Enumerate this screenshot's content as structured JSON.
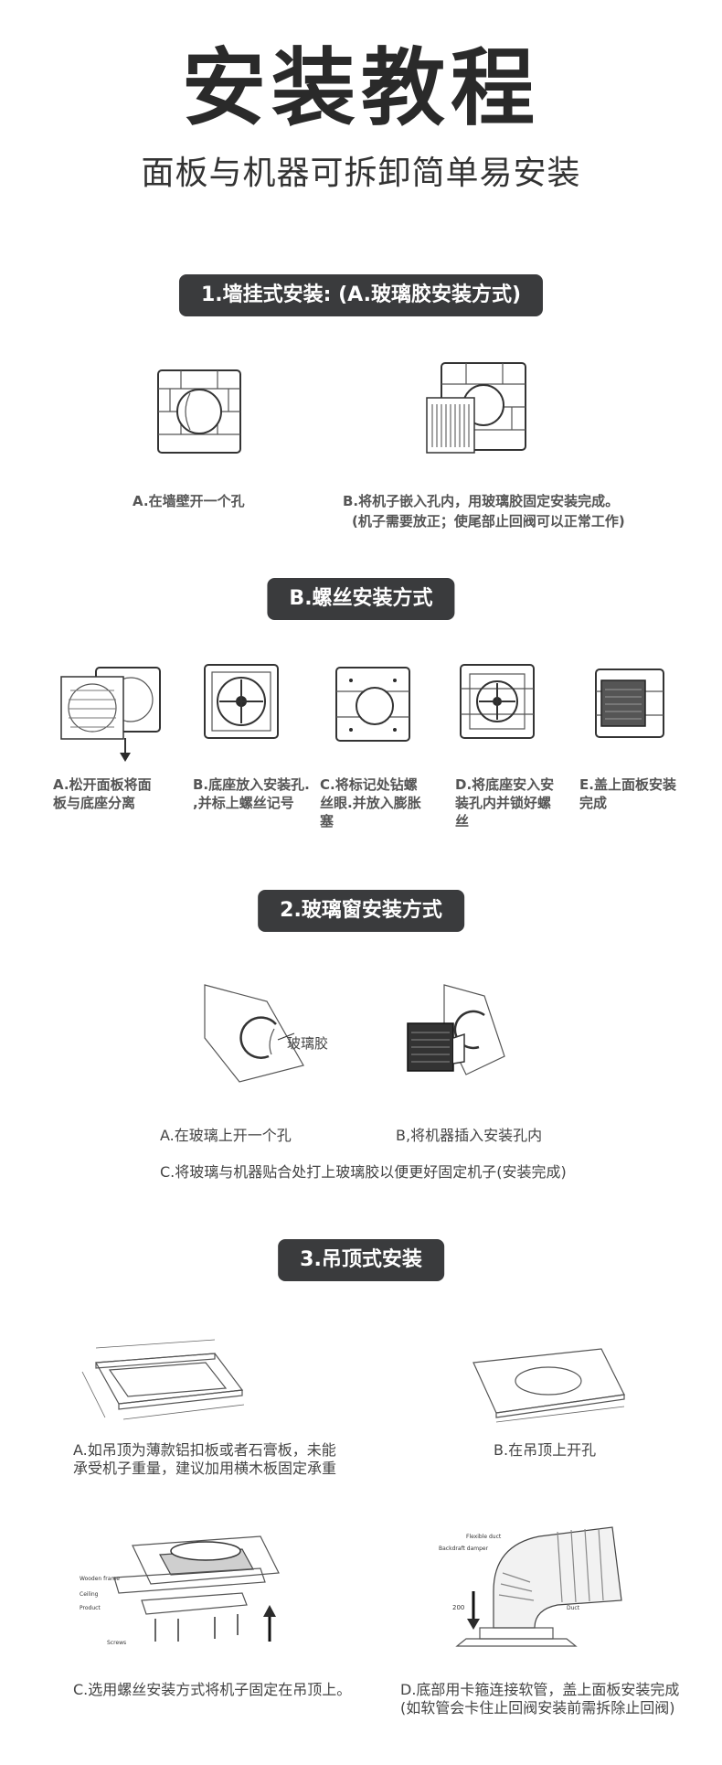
{
  "header": {
    "title": "安装教程",
    "subtitle": "面板与机器可拆卸简单易安装"
  },
  "section1": {
    "heading": "1.墙挂式安装: (A.玻璃胶安装方式)",
    "step_a": "A.在墙壁开一个孔",
    "step_b_line1": "B.将机子嵌入孔内，用玻璃胶固定安装完成。",
    "step_b_line2": "(机子需要放正；使尾部止回阀可以正常工作)"
  },
  "section_b": {
    "heading": "B.螺丝安装方式",
    "steps": [
      {
        "l1": "A.松开面板将面",
        "l2": "板与底座分离",
        "l3": ""
      },
      {
        "l1": "B.底座放入安装孔.",
        "l2": ",并标上螺丝记号",
        "l3": ""
      },
      {
        "l1": "C.将标记处钻螺",
        "l2": "丝眼.并放入膨胀",
        "l3": "塞"
      },
      {
        "l1": "D.将底座安入安",
        "l2": "装孔内并锁好螺",
        "l3": "丝"
      },
      {
        "l1": "E.盖上面板安装",
        "l2": "完成",
        "l3": ""
      }
    ]
  },
  "section2": {
    "heading": "2.玻璃窗安装方式",
    "glue_label": "玻璃胶",
    "step_a": "A.在玻璃上开一个孔",
    "step_b": "B,将机器插入安装孔内",
    "step_c": "C.将玻璃与机器贴合处打上玻璃胶以便更好固定机子(安装完成)"
  },
  "section3": {
    "heading": "3.吊顶式安装",
    "step_a_line1": "A.如吊顶为薄款铝扣板或者石膏板，未能",
    "step_a_line2": "承受机子重量，建议加用横木板固定承重",
    "step_b": "B.在吊顶上开孔",
    "step_c": "C.选用螺丝安装方式将机子固定在吊顶上。",
    "step_d_line1": "D.底部用卡箍连接软管，盖上面板安装完成",
    "step_d_line2": "(如软管会卡住止回阀安装前需拆除止回阀)",
    "diagram_labels": {
      "wooden_frame": "Wooden frame",
      "ceiling": "Ceiling",
      "product": "Product",
      "screws": "Screws",
      "flexible_duct": "Flexible duct",
      "backdraft_damper": "Backdraft damper",
      "duct": "Duct",
      "height": "200"
    }
  }
}
